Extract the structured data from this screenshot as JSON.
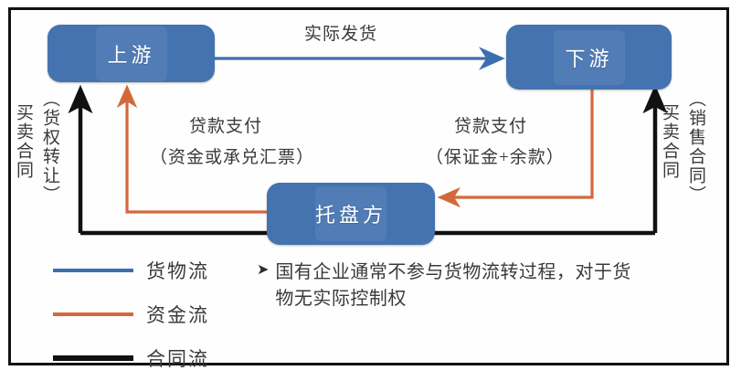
{
  "diagram": {
    "title_present": false,
    "colors": {
      "node_fill": "#4473B0",
      "goods_flow": "#3C6FB1",
      "funds_flow": "#D2693C",
      "contract_flow": "#111111",
      "text": "#3a3a3a",
      "frame": "#111111",
      "background": "#ffffff"
    },
    "nodes": [
      {
        "id": "upstream",
        "label": "上游"
      },
      {
        "id": "downstream",
        "label": "下游"
      },
      {
        "id": "platform",
        "label": "托盘方"
      }
    ],
    "edge_labels": {
      "actual_shipment": "实际发货",
      "pay_left_line1": "贷款支付",
      "pay_left_line2": "（资金或承兑汇票）",
      "pay_right_line1": "贷款支付",
      "pay_right_line2": "（保证金+余款）"
    },
    "vertical_labels": {
      "left_outer": "买卖合同",
      "left_inner": "（货权转让）",
      "right_inner": "买卖合同",
      "right_outer": "（销售合同）"
    },
    "legend": {
      "items": [
        {
          "key": "goods",
          "label": "货物流",
          "color": "#3C6FB1"
        },
        {
          "key": "funds",
          "label": "资金流",
          "color": "#D2693C"
        },
        {
          "key": "contract",
          "label": "合同流",
          "color": "#111111"
        }
      ]
    },
    "note": {
      "bullet": "➤",
      "text": "国有企业通常不参与货物流转过程，对于货物无实际控制权"
    }
  }
}
